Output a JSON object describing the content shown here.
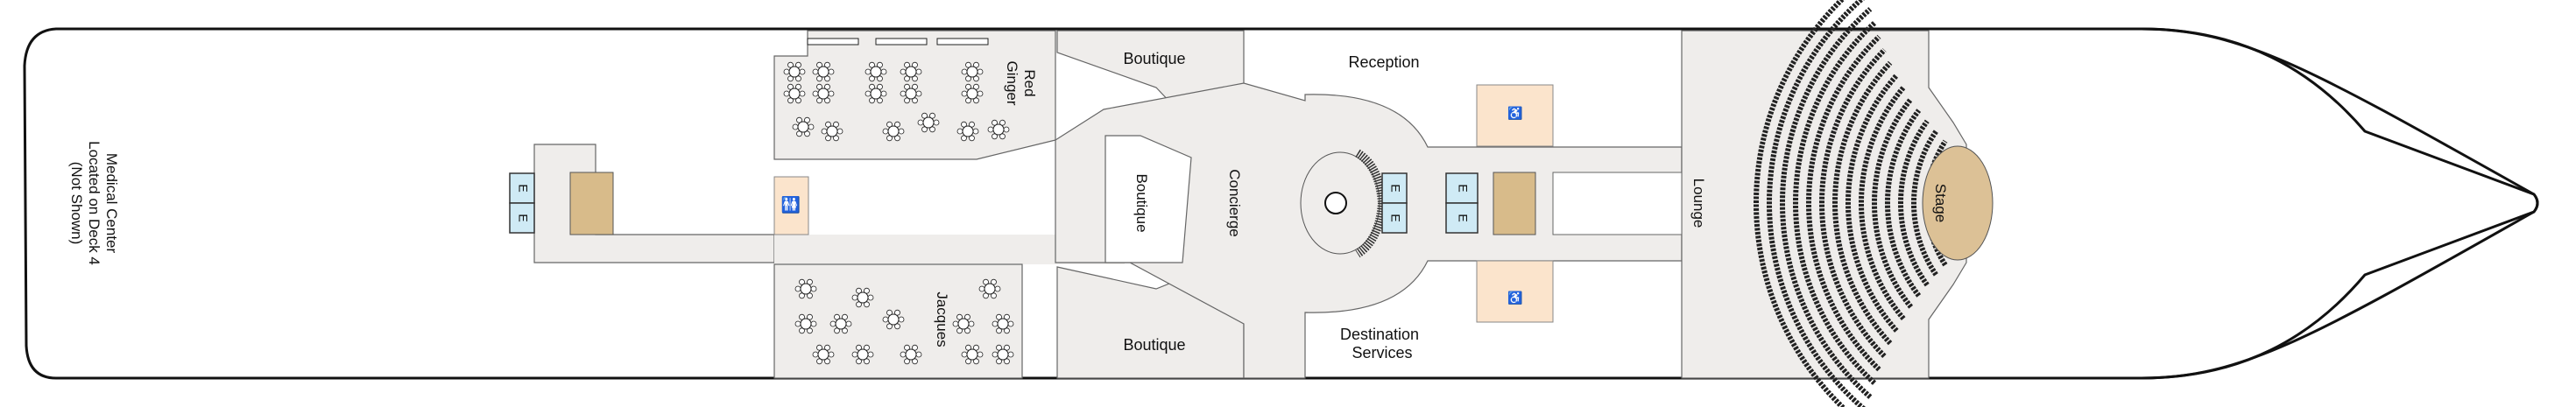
{
  "deck_plan": {
    "medical_note": [
      "Medical Center",
      "Located on Deck 4",
      "(Not Shown)"
    ],
    "venues": {
      "red_ginger": [
        "Red",
        "Ginger"
      ],
      "jacques": "Jacques",
      "boutique_top": "Boutique",
      "boutique_center": "Boutique",
      "boutique_bottom": "Boutique",
      "concierge": "Concierge",
      "reception": "Reception",
      "destination_services": [
        "Destination",
        "Services"
      ],
      "lounge": "Lounge",
      "stage": "Stage"
    },
    "elevator_label": "E",
    "icons": [
      "elevator-icon",
      "stairs-icon",
      "restroom-icon"
    ],
    "colors": {
      "public_area": "#efedeb",
      "elevator": "#cfeaf5",
      "restroom": "#fbe4cc",
      "stairs": "#d8bb8a",
      "stage": "#dcc196",
      "hull": "#111111"
    }
  }
}
